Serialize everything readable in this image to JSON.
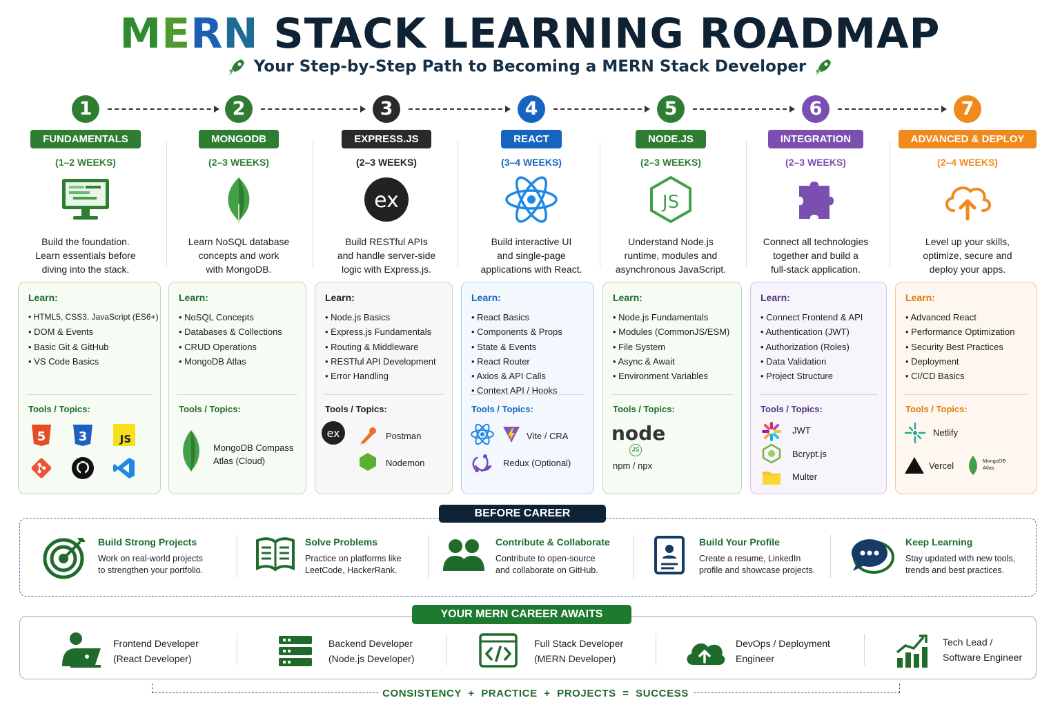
{
  "header": {
    "title_part1": "M",
    "title_part2": "E",
    "title_part3": "R",
    "title_part4": "N",
    "title_rest": " STACK LEARNING ROADMAP",
    "subtitle": "Your Step-by-Step Path to Becoming a MERN Stack Developer",
    "icon": "rocket-icon"
  },
  "colors": {
    "green": "#2e7d32",
    "dark": "#2a2a2a",
    "blue": "#1565c0",
    "green2": "#2e7d32",
    "purple": "#7b4fb0",
    "orange": "#f08a1c"
  },
  "steps": [
    {
      "num": "1",
      "label": "FUNDAMENTALS",
      "weeks": "(1–2 WEEKS)",
      "icon": "monitor-icon",
      "color": "#2e7d32",
      "desc": [
        "Build the foundation.",
        "Learn essentials before",
        "diving into the stack."
      ]
    },
    {
      "num": "2",
      "label": "MONGODB",
      "weeks": "(2–3 WEEKS)",
      "icon": "mongodb-leaf-icon",
      "color": "#2e7d32",
      "desc": [
        "Learn NoSQL database",
        "concepts and work",
        "with MongoDB."
      ]
    },
    {
      "num": "3",
      "label": "EXPRESS.JS",
      "weeks": "(2–3 WEEKS)",
      "icon": "express-icon",
      "color": "#2a2a2a",
      "desc": [
        "Build RESTful APIs",
        "and handle server-side",
        "logic with Express.js."
      ]
    },
    {
      "num": "4",
      "label": "REACT",
      "weeks": "(3–4 WEEKS)",
      "icon": "react-atom-icon",
      "color": "#1565c0",
      "desc": [
        "Build interactive UI",
        "and single-page",
        "applications with React."
      ]
    },
    {
      "num": "5",
      "label": "NODE.JS",
      "weeks": "(2–3 WEEKS)",
      "icon": "nodejs-hexagon-icon",
      "color": "#2e7d32",
      "desc": [
        "Understand Node.js",
        "runtime, modules and",
        "asynchronous JavaScript."
      ]
    },
    {
      "num": "6",
      "label": "INTEGRATION",
      "weeks": "(2–3 WEEKS)",
      "icon": "puzzle-icon",
      "color": "#7b4fb0",
      "desc": [
        "Connect all technologies",
        "together and build a",
        "full-stack application."
      ]
    },
    {
      "num": "7",
      "label": "ADVANCED & DEPLOY",
      "weeks": "(2–4 WEEKS)",
      "icon": "cloud-upload-icon",
      "color": "#f08a1c",
      "desc": [
        "Level up your skills,",
        "optimize, secure and",
        "deploy your apps."
      ]
    }
  ],
  "cards": [
    {
      "learn_title": "Learn:",
      "learn": [
        "HTML5, CSS3, JavaScript (ES6+)",
        "DOM & Events",
        "Basic Git & GitHub",
        "VS Code Basics"
      ],
      "tools_title": "Tools / Topics:"
    },
    {
      "learn_title": "Learn:",
      "learn": [
        "NoSQL Concepts",
        "Databases & Collections",
        "CRUD Operations",
        "MongoDB Atlas"
      ],
      "tools_title": "Tools / Topics:",
      "tools": [
        "MongoDB Compass",
        "Atlas (Cloud)"
      ]
    },
    {
      "learn_title": "Learn:",
      "learn": [
        "Node.js Basics",
        "Express.js Fundamentals",
        "Routing & Middleware",
        "RESTful API Development",
        "Error Handling"
      ],
      "tools_title": "Tools / Topics:",
      "tools": [
        "Postman",
        "Nodemon"
      ]
    },
    {
      "learn_title": "Learn:",
      "learn": [
        "React Basics",
        "Components & Props",
        "State & Events",
        "React Router",
        "Axios & API Calls",
        "Context API / Hooks"
      ],
      "tools_title": "Tools / Topics:",
      "tools": [
        "Vite / CRA",
        "Redux (Optional)"
      ]
    },
    {
      "learn_title": "Learn:",
      "learn": [
        "Node.js Fundamentals",
        "Modules (CommonJS/ESM)",
        "File System",
        "Async & Await",
        "Environment Variables"
      ],
      "tools_title": "Tools / Topics:",
      "tools": [
        "npm / npx"
      ],
      "logo_text": "node",
      "logo_sub": "JS"
    },
    {
      "learn_title": "Learn:",
      "learn": [
        "Connect Frontend & API",
        "Authentication (JWT)",
        "Authorization (Roles)",
        "Data Validation",
        "Project Structure"
      ],
      "tools_title": "Tools / Topics:",
      "tools": [
        "JWT",
        "Bcrypt.js",
        "Multer"
      ]
    },
    {
      "learn_title": "Learn:",
      "learn": [
        "Advanced React",
        "Performance Optimization",
        "Security Best Practices",
        "Deployment",
        "CI/CD Basics"
      ],
      "tools_title": "Tools / Topics:",
      "tools": [
        "Netlify",
        "Vercel"
      ],
      "mini_logo": [
        "MongoDB",
        "Atlas"
      ]
    }
  ],
  "before_career": {
    "title": "BEFORE CAREER",
    "items": [
      {
        "title": "Build Strong Projects",
        "desc": [
          "Work on real-world projects",
          "to strengthen your portfolio."
        ],
        "icon": "target-icon"
      },
      {
        "title": "Solve Problems",
        "desc": [
          "Practice on platforms like",
          "LeetCode, HackerRank."
        ],
        "icon": "book-icon"
      },
      {
        "title": "Contribute & Collaborate",
        "desc": [
          "Contribute to open-source",
          "and collaborate on GitHub."
        ],
        "icon": "people-icon"
      },
      {
        "title": "Build Your Profile",
        "desc": [
          "Create a resume, LinkedIn",
          "profile and showcase projects."
        ],
        "icon": "profile-document-icon"
      },
      {
        "title": "Keep Learning",
        "desc": [
          "Stay updated with new tools,",
          "trends and best practices."
        ],
        "icon": "chat-bubble-icon"
      }
    ]
  },
  "career": {
    "title": "YOUR MERN CAREER AWAITS",
    "items": [
      {
        "line1": "Frontend Developer",
        "line2": "(React Developer)",
        "icon": "laptop-user-icon"
      },
      {
        "line1": "Backend Developer",
        "line2": "(Node.js Developer)",
        "icon": "server-icon"
      },
      {
        "line1": "Full Stack Developer",
        "line2": "(MERN Developer)",
        "icon": "code-window-icon"
      },
      {
        "line1": "DevOps / Deployment",
        "line2": "Engineer",
        "icon": "cloud-icon"
      },
      {
        "line1": "Tech Lead /",
        "line2": "Software Engineer",
        "icon": "growth-chart-icon"
      }
    ]
  },
  "motto": "CONSISTENCY  +  PRACTICE  +  PROJECTS  =  SUCCESS"
}
